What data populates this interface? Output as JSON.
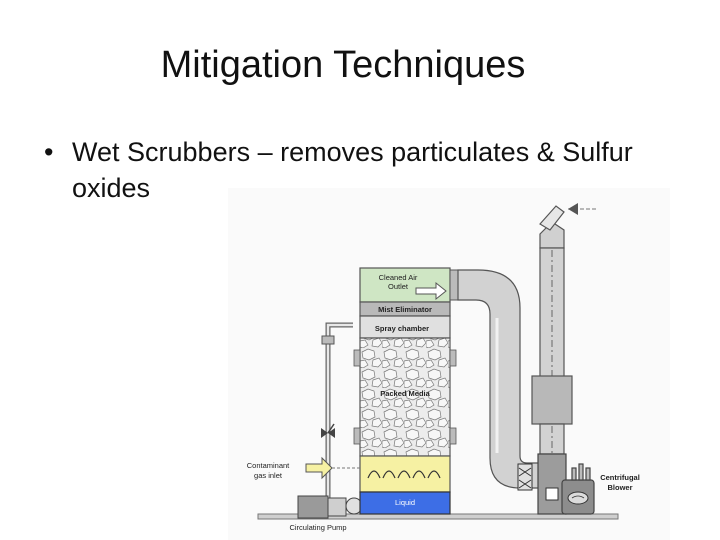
{
  "slide": {
    "title": "Mitigation Techniques",
    "bullet_symbol": "•",
    "bullet_text": "Wet Scrubbers – removes particulates & Sulfur oxides"
  },
  "diagram": {
    "labels": {
      "cleaned_air_outlet": [
        "Cleaned Air",
        "Outlet"
      ],
      "mist_eliminator": "Mist Eliminator",
      "spray_chamber": "Spray chamber",
      "packed_media": "Packed Media",
      "contaminant_gas_inlet": [
        "Contaminant",
        "gas inlet"
      ],
      "liquid": "Liquid",
      "centrifugal_blower": [
        "Centrifugal",
        "Blower"
      ],
      "circulating_pump": "Circulating Pump"
    },
    "colors": {
      "outlet_fill": "#cfe6c4",
      "media_fill": "#e7e7e7",
      "inlet_fill": "#f6f1a3",
      "liquid_fill": "#3d6ee6",
      "duct_fill": "#d2d2d2",
      "stroke": "#555555"
    }
  }
}
